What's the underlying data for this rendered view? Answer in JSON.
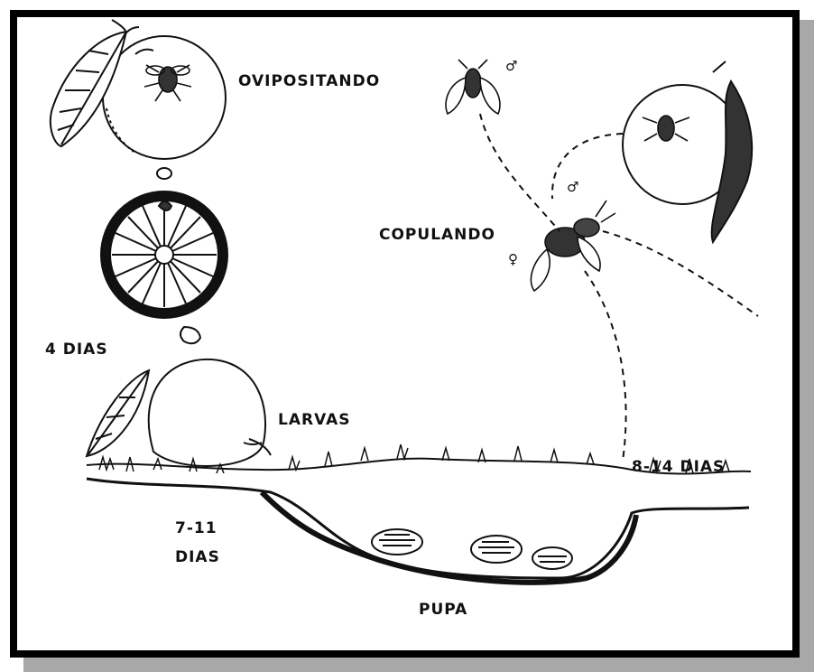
{
  "labels": {
    "ovipositando": "OVIPOSITANDO",
    "copulando": "COPULANDO",
    "dias_4": "4 DIAS",
    "larvas": "LARVAS",
    "dias_8_14": "8-14 DIAS",
    "dias_7_11_line1": "7-11",
    "dias_7_11_line2": "DIAS",
    "pupa": "PUPA"
  },
  "symbols": {
    "male_top": "♂",
    "male_mating": "♂",
    "female_mating": "♀"
  },
  "colors": {
    "ink": "#111111",
    "frame": "#000000",
    "shadow": "#a8a8a8",
    "paper": "#ffffff"
  }
}
